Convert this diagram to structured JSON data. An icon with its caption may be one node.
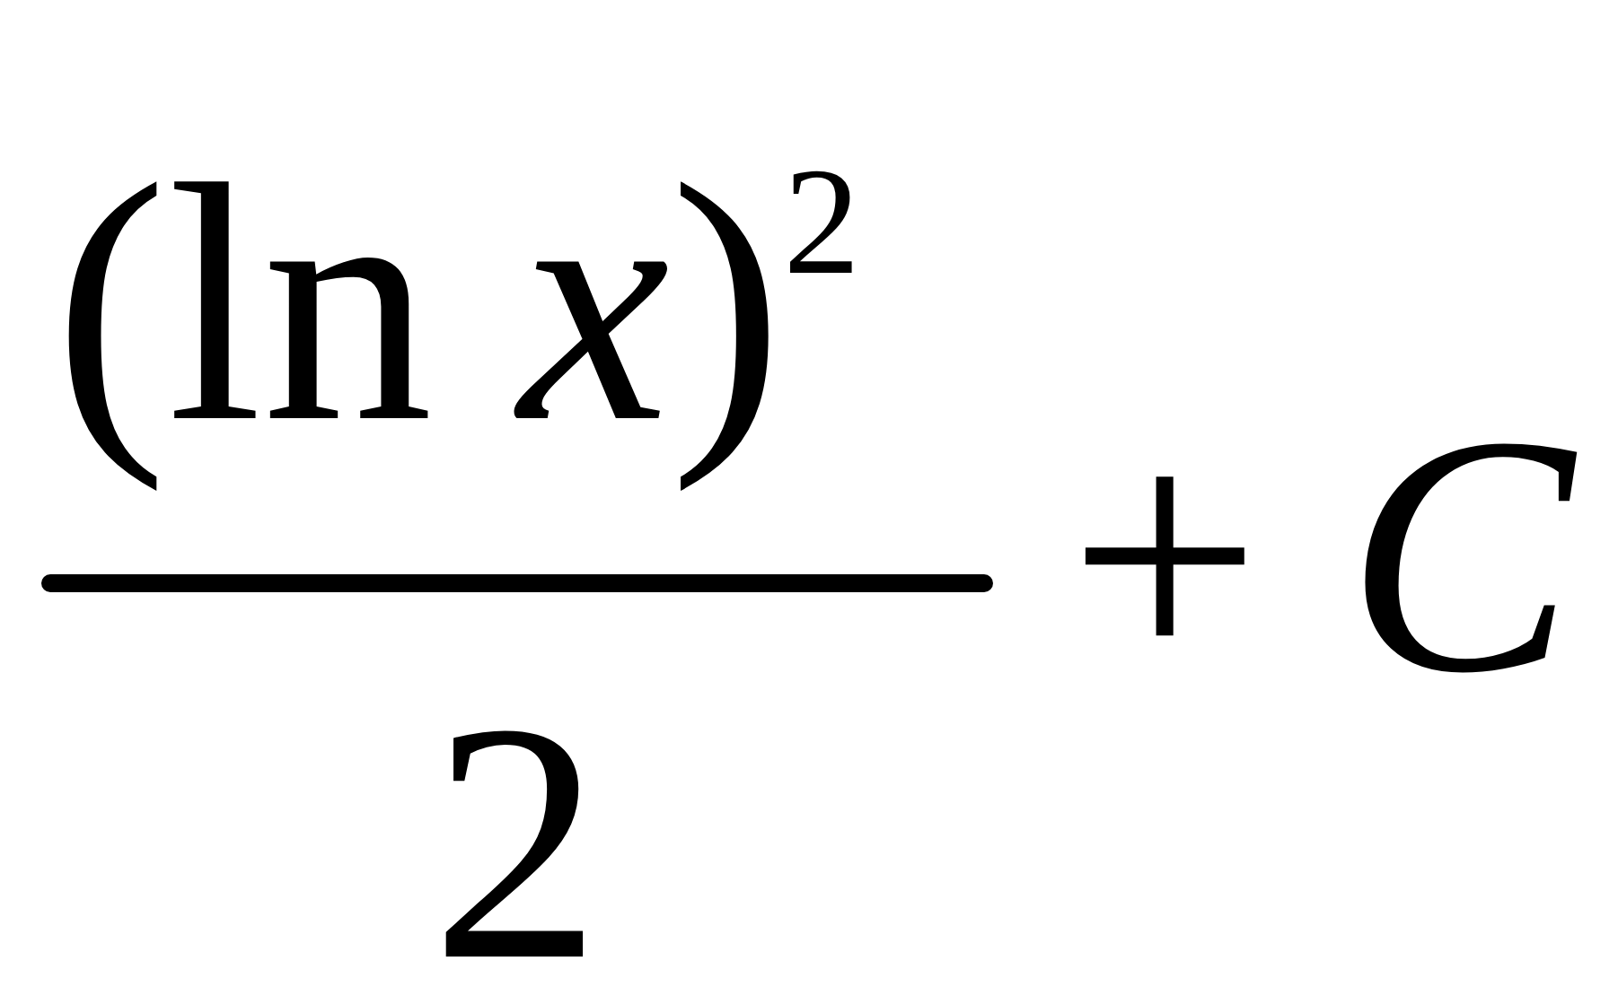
{
  "diagram": {
    "labels": [
      "(ln *x*)$^{2}$",
      "2",
      "+ *C*"
    ]
  }
}
